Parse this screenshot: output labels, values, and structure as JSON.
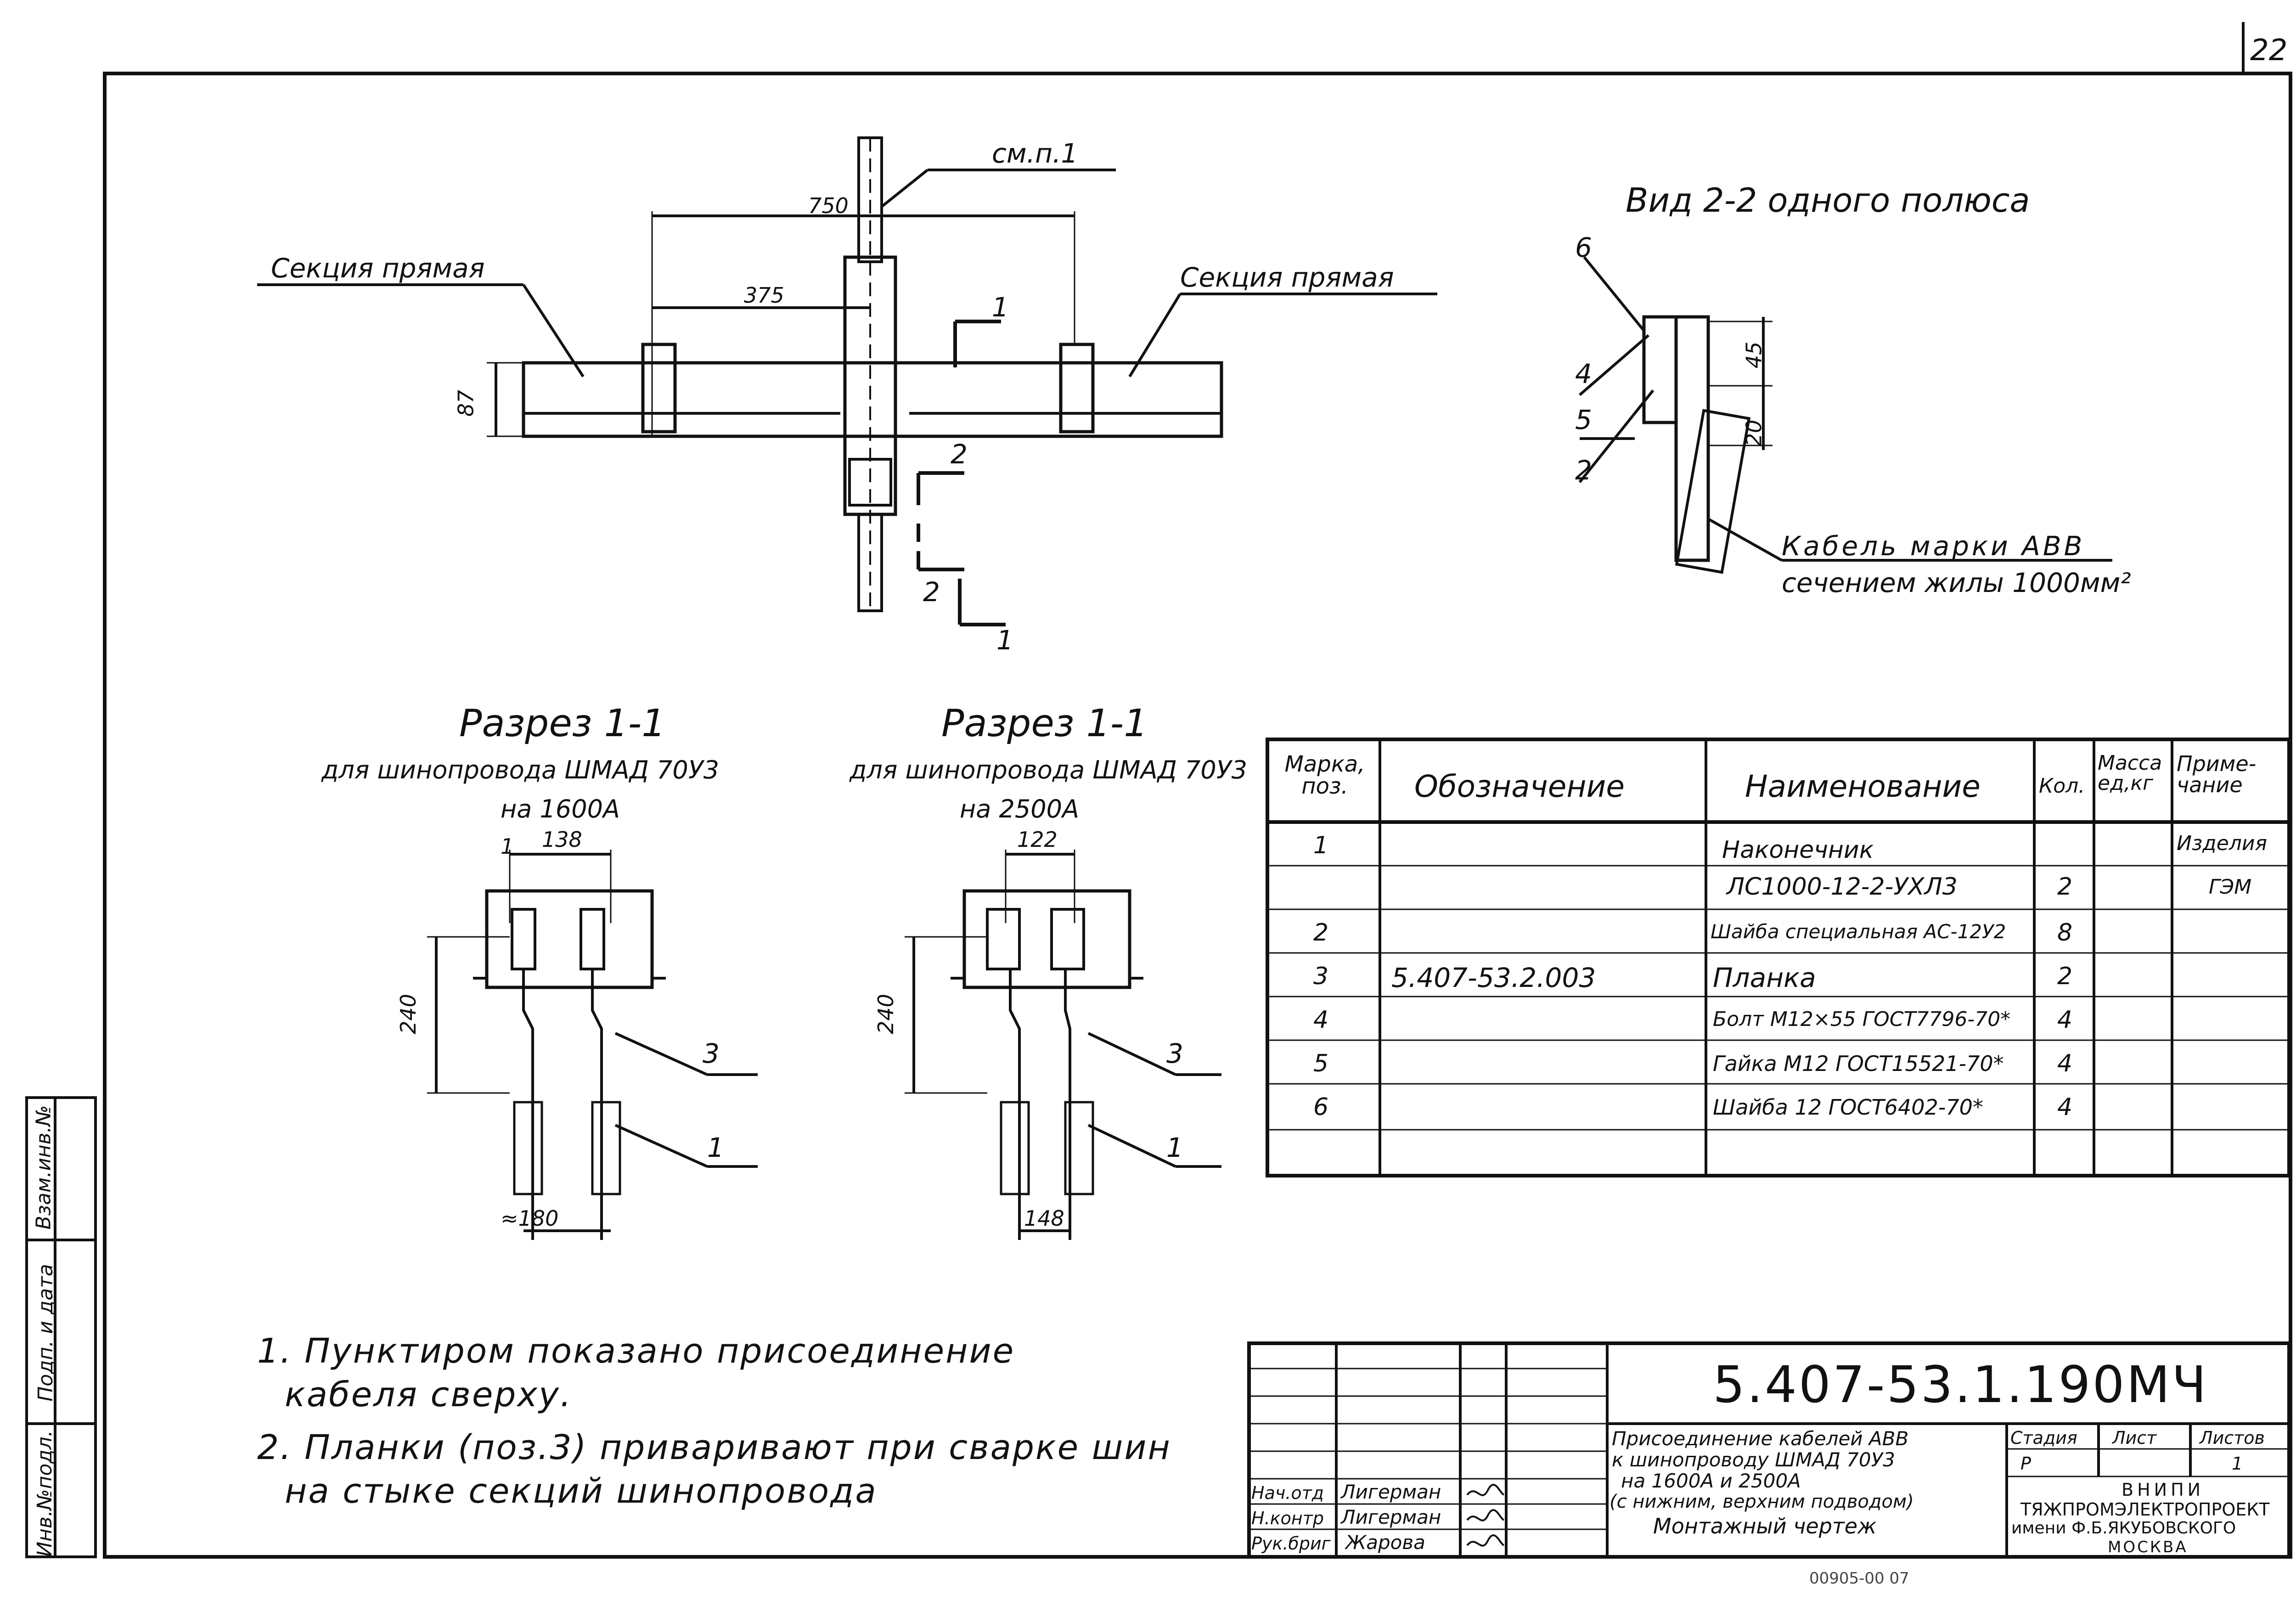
{
  "sheet": {
    "page_number": "22",
    "code": "5.407-53.1.190МЧ",
    "faint_number": "00905-00  07"
  },
  "top_view": {
    "section_left": "Секция прямая",
    "section_right": "Секция прямая",
    "ref": "см.п.1",
    "dim_750": "750",
    "dim_375": "375",
    "dim_87": "87",
    "cut_1": "1",
    "cut_2": "2",
    "cut_2b": "2",
    "cut_1b": "1"
  },
  "view_22": {
    "title": "Вид 2-2 одного полюса",
    "pos_6": "6",
    "pos_4": "4",
    "pos_5": "5",
    "pos_2": "2",
    "dim_45": "45",
    "dim_20": "20",
    "cable_line1": "Кабель марки АВВ",
    "cable_line2": "сечением жилы 1000мм²"
  },
  "section_a": {
    "title": "Разрез 1-1",
    "line1": "для шинопровода ШМАД 70У3",
    "line2": "на 1600А",
    "dim_top": "138",
    "dim_240": "240",
    "dim_bottom": "≈180",
    "pos_3": "3",
    "pos_1": "1",
    "mark_1": "1"
  },
  "section_b": {
    "title": "Разрез 1-1",
    "line1": "для шинопровода ШМАД 70У3",
    "line2": "на 2500А",
    "dim_top": "122",
    "dim_240": "240",
    "dim_bottom": "148",
    "pos_3": "3",
    "pos_1": "1"
  },
  "spec_table": {
    "headers": {
      "mark": "Марка, поз.",
      "designation": "Обозначение",
      "name": "Наименование",
      "qty": "Кол.",
      "mass": "Масса ед,кг",
      "note": "Приме-чание"
    },
    "rows": [
      {
        "mark": "1",
        "designation": "",
        "name": "Наконечник",
        "qty": "",
        "note": "Изделия"
      },
      {
        "mark": "",
        "designation": "",
        "name": "ЛС1000-12-2-УХЛ3",
        "qty": "2",
        "note": "ГЭМ"
      },
      {
        "mark": "2",
        "designation": "",
        "name": "Шайба специальная АС-12У2",
        "qty": "8",
        "note": ""
      },
      {
        "mark": "3",
        "designation": "5.407-53.2.003",
        "name": "Планка",
        "qty": "2",
        "note": ""
      },
      {
        "mark": "4",
        "designation": "",
        "name": "Болт М12×55 ГОСТ7796-70*",
        "qty": "4",
        "note": ""
      },
      {
        "mark": "5",
        "designation": "",
        "name": "Гайка М12 ГОСТ15521-70*",
        "qty": "4",
        "note": ""
      },
      {
        "mark": "6",
        "designation": "",
        "name": "Шайба 12 ГОСТ6402-70*",
        "qty": "4",
        "note": ""
      }
    ]
  },
  "notes": {
    "n1a": "1. Пунктиром показано присоединение",
    "n1b": "кабеля сверху.",
    "n2a": "2. Планки (поз.3) приваривают при сварке шин",
    "n2b": "на стыке секций шинопровода"
  },
  "side_stamp": {
    "a": "Взам.инв.№",
    "b": "Подп. и дата",
    "c": "Инв.№подл."
  },
  "title_block": {
    "title_l1": "Присоединение кабелей АВВ",
    "title_l2": "к шинопроводу ШМАД 70У3",
    "title_l3": "на 1600А и 2500А",
    "title_l4": "(с нижним, верхним подводом)",
    "title_l5": "Монтажный чертеж",
    "stage_label": "Стадия",
    "sheet_label": "Лист",
    "sheets_label": "Листов",
    "stage_val": "Р",
    "sheets_val": "1",
    "org_l1": "ВНИПИ",
    "org_l2": "ТЯЖПРОМЭЛЕКТРОПРОЕКТ",
    "org_l3": "имени Ф.Б.ЯКУБОВСКОГО",
    "org_l4": "МОСКВА",
    "roles": [
      {
        "role": "Нач.отд",
        "name": "Лигерман"
      },
      {
        "role": "Н.контр",
        "name": "Лигерман"
      },
      {
        "role": "Рук.бриг",
        "name": "Жарова"
      }
    ]
  }
}
